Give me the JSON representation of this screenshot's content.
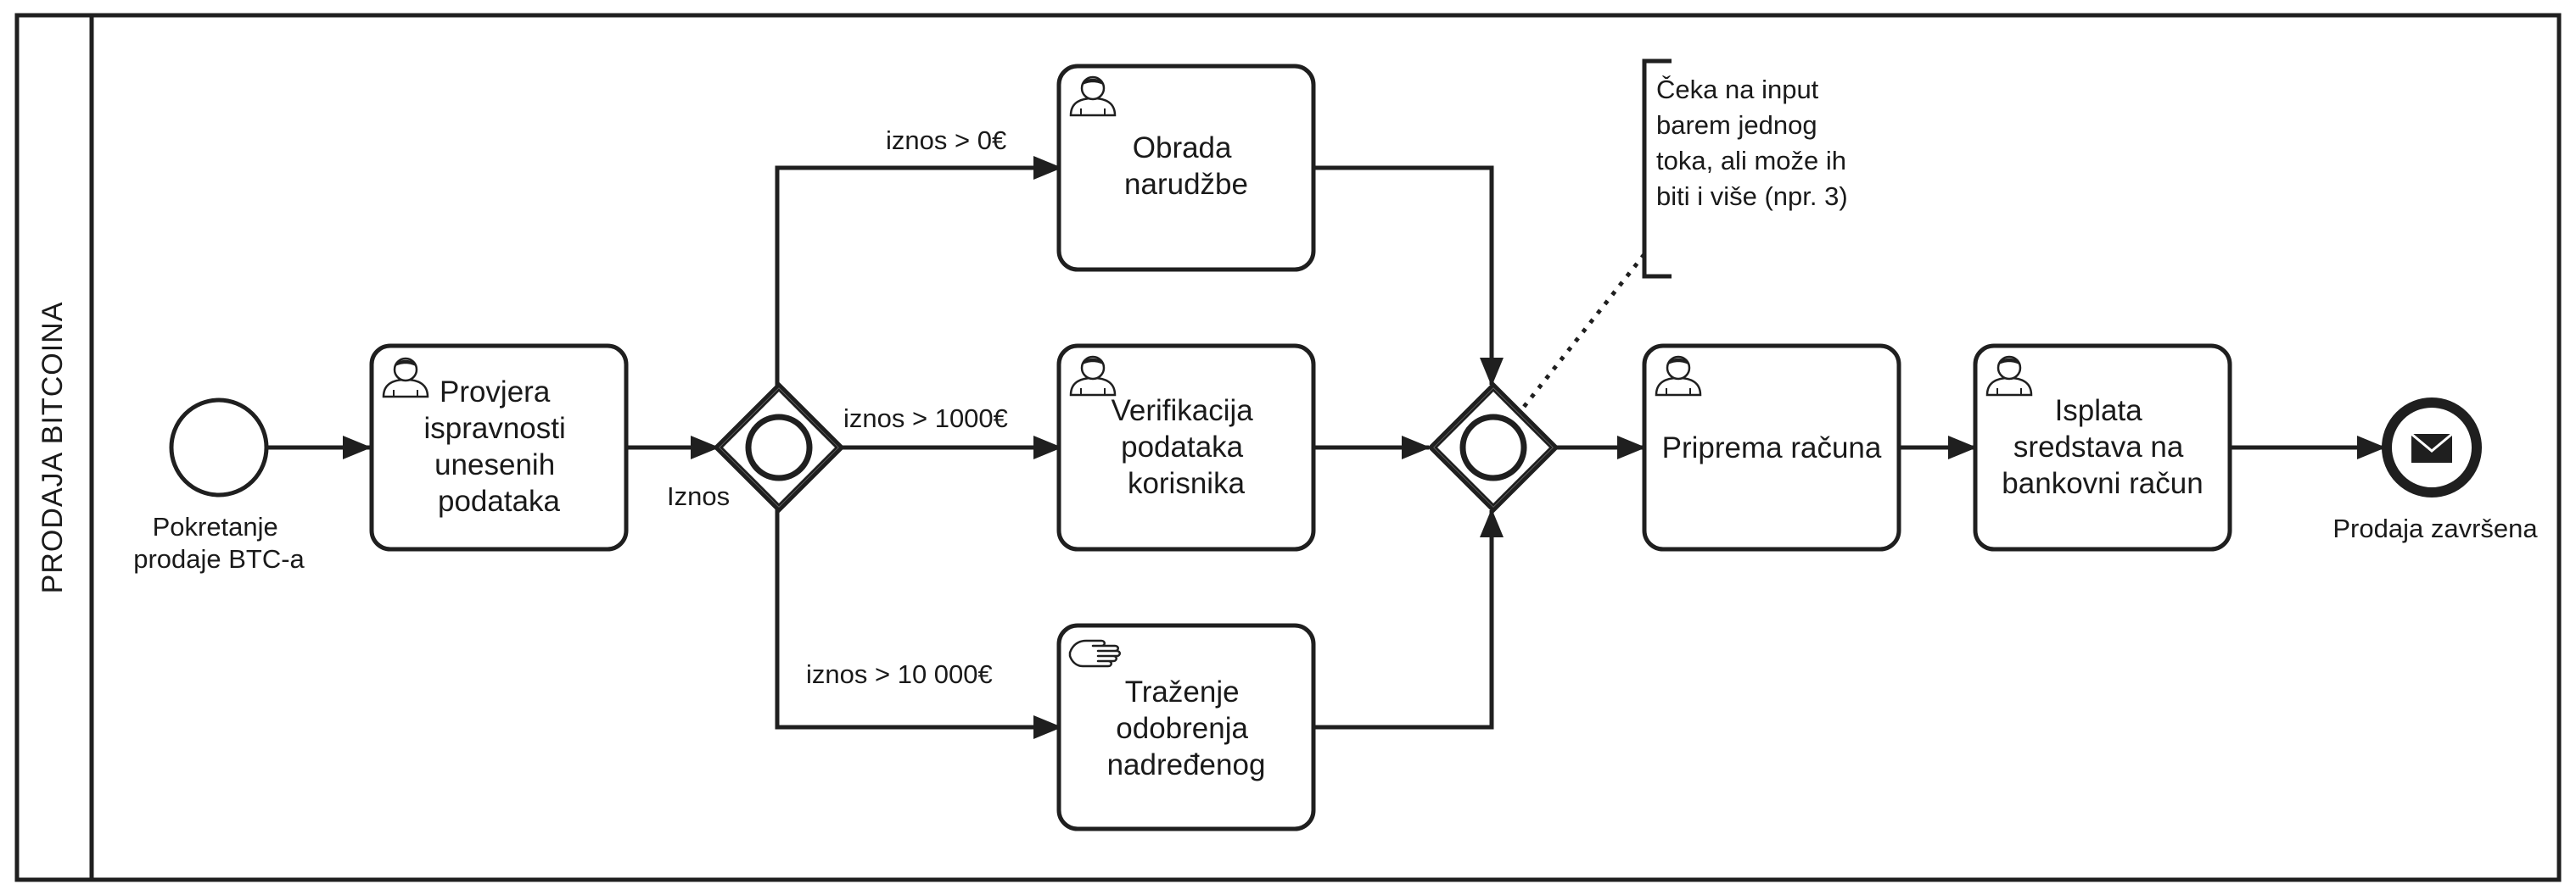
{
  "pool": {
    "name": "PRODAJA BITCOINA"
  },
  "start_event": {
    "label_lines": [
      "Pokretanje",
      "prodaje BTC-a"
    ]
  },
  "tasks": {
    "provjera": {
      "icon": "user-icon",
      "lines": [
        "Provjera",
        "ispravnosti",
        "unesenih",
        "podataka"
      ]
    },
    "obrada": {
      "icon": "user-icon",
      "lines": [
        "Obrada",
        "narudžbe"
      ]
    },
    "verifikacija": {
      "icon": "user-icon",
      "lines": [
        "Verifikacija",
        "podataka",
        "korisnika"
      ]
    },
    "trazenje": {
      "icon": "hand-icon",
      "lines": [
        "Traženje",
        "odobrenja",
        "nadređenog"
      ]
    },
    "priprema": {
      "icon": "user-icon",
      "lines": [
        "Priprema računa"
      ]
    },
    "isplata": {
      "icon": "user-icon",
      "lines": [
        "Isplata",
        "sredstava na",
        "bankovni račun"
      ]
    }
  },
  "gateways": {
    "split": {
      "type": "inclusive",
      "label": "Iznos"
    },
    "join": {
      "type": "inclusive"
    }
  },
  "flows": {
    "to_obrada": "iznos > 0€",
    "to_verifikacija": "iznos > 1000€",
    "to_trazenje": "iznos > 10 000€"
  },
  "annotation": {
    "lines": [
      "Čeka na input",
      "barem jednog",
      "toka, ali može ih",
      "biti i više (npr. 3)"
    ]
  },
  "end_event": {
    "type": "message",
    "label": "Prodaja završena"
  }
}
